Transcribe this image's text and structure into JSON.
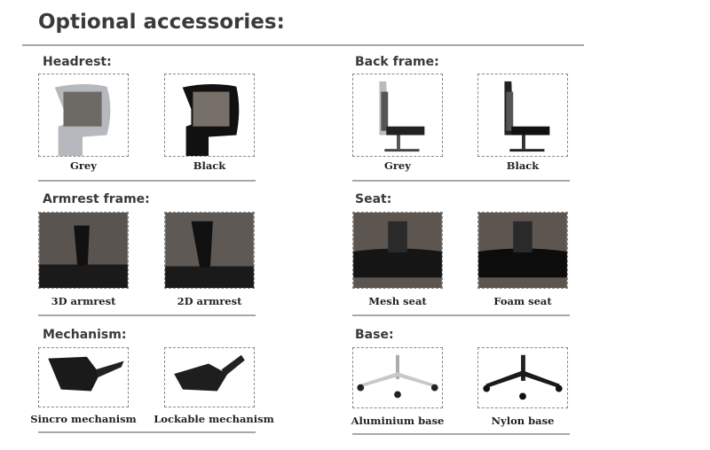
{
  "title": "Optional accessories:",
  "sections": {
    "headrest": {
      "title": "Headrest:",
      "options": [
        "Grey",
        "Black"
      ]
    },
    "back_frame": {
      "title": "Back frame:",
      "options": [
        "Grey",
        "Black"
      ]
    },
    "armrest_frame": {
      "title": "Armrest frame:",
      "options": [
        "3D armrest",
        "2D armrest"
      ]
    },
    "seat": {
      "title": "Seat:",
      "options": [
        "Mesh seat",
        "Foam seat"
      ]
    },
    "mechanism": {
      "title": "Mechanism:",
      "options": [
        "Sincro mechanism",
        "Lockable mechanism"
      ]
    },
    "base": {
      "title": "Base:",
      "options": [
        "Aluminium base",
        "Nylon base"
      ]
    }
  }
}
